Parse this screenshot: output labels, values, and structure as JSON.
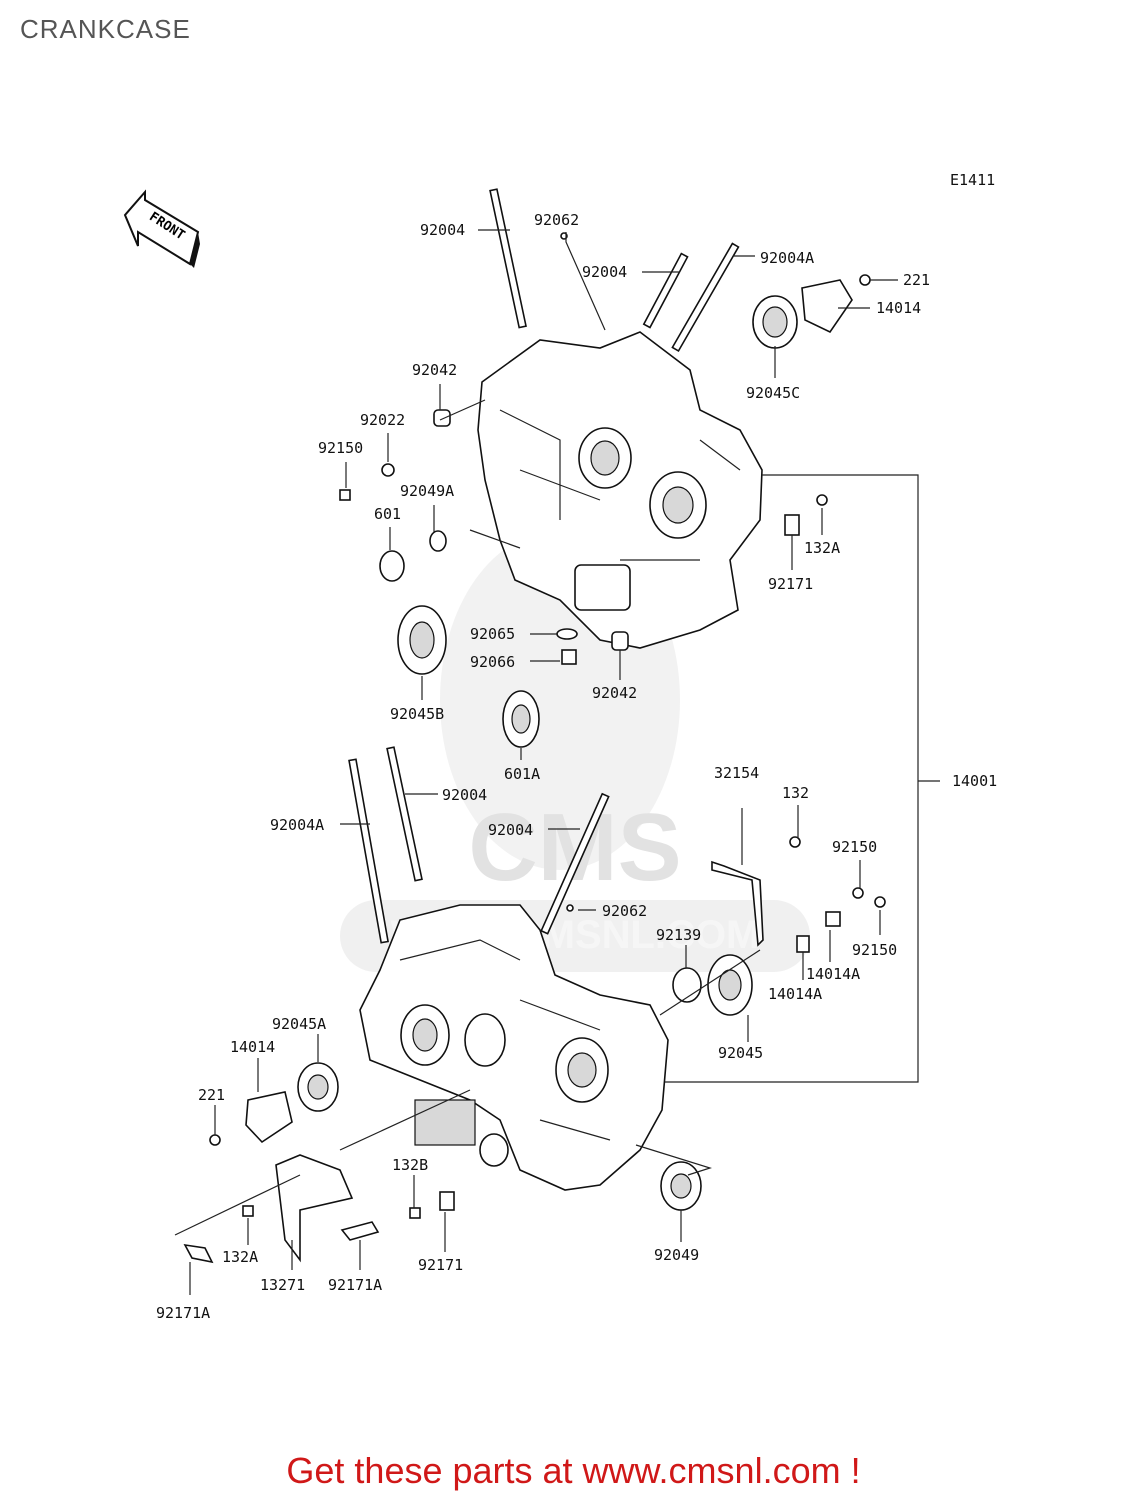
{
  "page": {
    "title": "CRANKCASE",
    "diagram_code": "E1411",
    "front_marker": "FRONT",
    "watermark": "CMS",
    "watermark_url": "WWW.CMSNL.COM",
    "cta": "Get these parts at www.cmsnl.com !"
  },
  "callouts": [
    {
      "id": "92062_a",
      "text": "92062"
    },
    {
      "id": "92004_a",
      "text": "92004"
    },
    {
      "id": "92004_b",
      "text": "92004"
    },
    {
      "id": "92004A_a",
      "text": "92004A"
    },
    {
      "id": "221_a",
      "text": "221"
    },
    {
      "id": "14014_a",
      "text": "14014"
    },
    {
      "id": "92045C",
      "text": "92045C"
    },
    {
      "id": "92042_a",
      "text": "92042"
    },
    {
      "id": "92022",
      "text": "92022"
    },
    {
      "id": "92150_a",
      "text": "92150"
    },
    {
      "id": "92049A",
      "text": "92049A"
    },
    {
      "id": "601",
      "text": "601"
    },
    {
      "id": "132A_a",
      "text": "132A"
    },
    {
      "id": "92171_a",
      "text": "92171"
    },
    {
      "id": "92065",
      "text": "92065"
    },
    {
      "id": "92066",
      "text": "92066"
    },
    {
      "id": "92045B",
      "text": "92045B"
    },
    {
      "id": "92042_b",
      "text": "92042"
    },
    {
      "id": "601A",
      "text": "601A"
    },
    {
      "id": "14001",
      "text": "14001"
    },
    {
      "id": "32154",
      "text": "32154"
    },
    {
      "id": "132",
      "text": "132"
    },
    {
      "id": "92004A_b",
      "text": "92004A"
    },
    {
      "id": "92004_c",
      "text": "92004"
    },
    {
      "id": "92004_d",
      "text": "92004"
    },
    {
      "id": "92150_b",
      "text": "92150"
    },
    {
      "id": "92062_b",
      "text": "92062"
    },
    {
      "id": "92139",
      "text": "92139"
    },
    {
      "id": "92150_c",
      "text": "92150"
    },
    {
      "id": "14014A_a",
      "text": "14014A"
    },
    {
      "id": "14014A_b",
      "text": "14014A"
    },
    {
      "id": "92045A",
      "text": "92045A"
    },
    {
      "id": "92045",
      "text": "92045"
    },
    {
      "id": "14014_b",
      "text": "14014"
    },
    {
      "id": "221_b",
      "text": "221"
    },
    {
      "id": "132B",
      "text": "132B"
    },
    {
      "id": "92049",
      "text": "92049"
    },
    {
      "id": "132A_b",
      "text": "132A"
    },
    {
      "id": "13271",
      "text": "13271"
    },
    {
      "id": "92171A_a",
      "text": "92171A"
    },
    {
      "id": "92171_b",
      "text": "92171"
    },
    {
      "id": "92171A_b",
      "text": "92171A"
    }
  ]
}
